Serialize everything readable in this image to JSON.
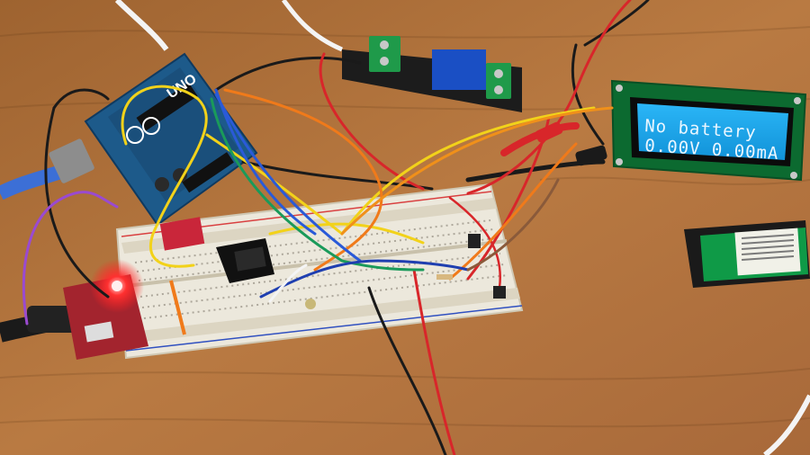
{
  "lcd": {
    "line1": "No battery",
    "line2": "0.00V 0.00mA"
  },
  "arduino": {
    "model_label": "UNO"
  },
  "colors": {
    "desk": "#b0713b",
    "lcd_backlight": "#18a6f0",
    "arduino_board": "#1d5a8a",
    "breadboard": "#ece8dc",
    "relay_board": "#2a2a2a",
    "relay_block": "#1a4fc4",
    "led_red": "#ff2020"
  },
  "icons": [
    "led-indicator-icon",
    "arduino-logo-icon"
  ]
}
